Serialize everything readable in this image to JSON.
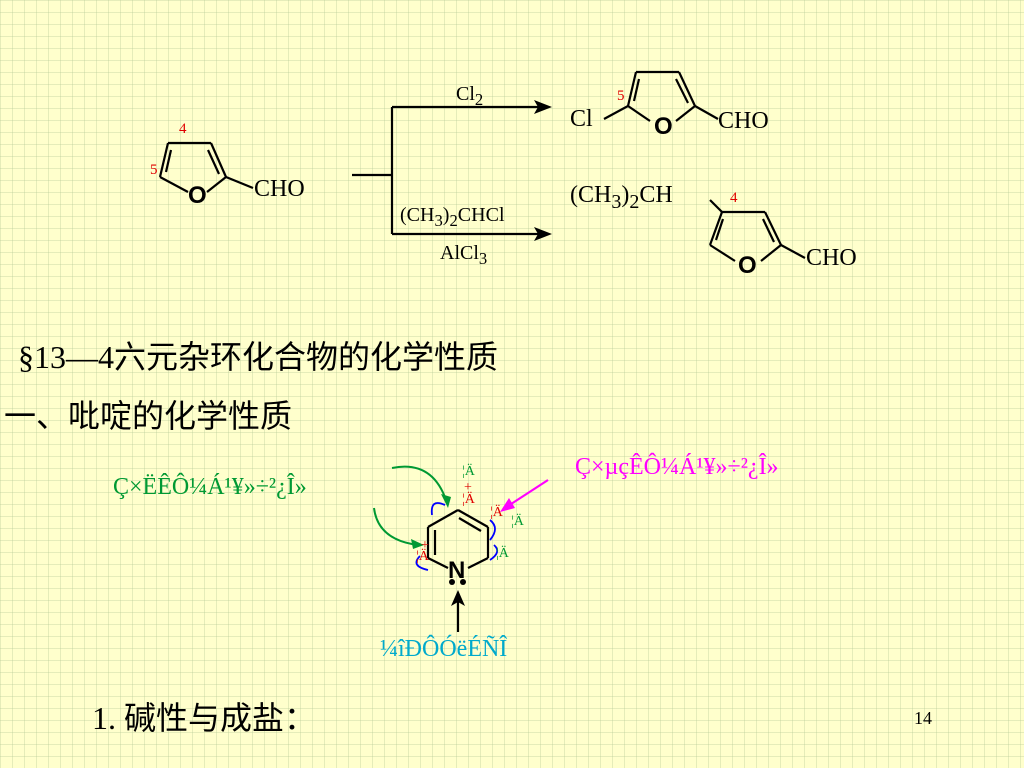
{
  "reaction": {
    "reactant_sub": "CHO",
    "reactant_o": "O",
    "reactant_pos4": "4",
    "reactant_pos5": "5",
    "reagent_top": "Cl2",
    "reagent_mid": "(CH3)2CHCl",
    "reagent_bottom": "AlCl3",
    "product1_cl": "Cl",
    "product1_o": "O",
    "product1_sub": "CHO",
    "product1_pos5": "5",
    "product2_group": "(CH3)2CH",
    "product2_o": "O",
    "product2_sub": "CHO",
    "product2_pos4": "4"
  },
  "section": {
    "title": "§13—4六元杂环化合物的化学性质",
    "subtitle": "一、吡啶的化学性质"
  },
  "pyridine": {
    "n_label": "N",
    "left_label": "Ç×ËÊÔ¼Á¹¥»÷²¿Î»",
    "right_label": "Ç×µçÊÔ¼Á¹¥»÷²¿Î»",
    "bottom_label": "¼îÐÔÓëÉÑÎ",
    "charge_marks": [
      "¦Ä",
      "+",
      "¦Ä",
      "¦Ä",
      "¦Ä",
      "¦Ä",
      "+",
      "¦Ä"
    ]
  },
  "footer": {
    "point": "1. 碱性与成盐：",
    "page_number": "14"
  },
  "colors": {
    "background": "#ffffcc",
    "red": "#e00000",
    "green": "#009933",
    "magenta": "#ff00ff",
    "blue": "#0000ff",
    "cyan": "#00aacc"
  }
}
